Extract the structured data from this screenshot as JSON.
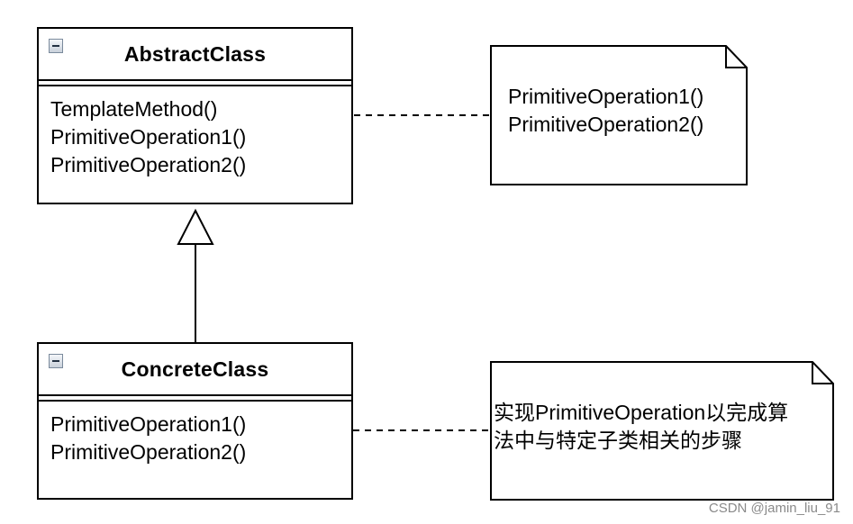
{
  "abstract_class": {
    "name": "AbstractClass",
    "operations": [
      "TemplateMethod()",
      "PrimitiveOperation1()",
      "PrimitiveOperation2()"
    ]
  },
  "concrete_class": {
    "name": "ConcreteClass",
    "operations": [
      "PrimitiveOperation1()",
      "PrimitiveOperation2()"
    ]
  },
  "notes": {
    "template_note": [
      "PrimitiveOperation1()",
      "PrimitiveOperation2()"
    ],
    "concrete_note": [
      "实现PrimitiveOperation以完成算",
      "法中与特定子类相关的步骤"
    ]
  },
  "icons": {
    "collapse": "collapse-minus-icon"
  },
  "watermark": "CSDN @jamin_liu_91"
}
